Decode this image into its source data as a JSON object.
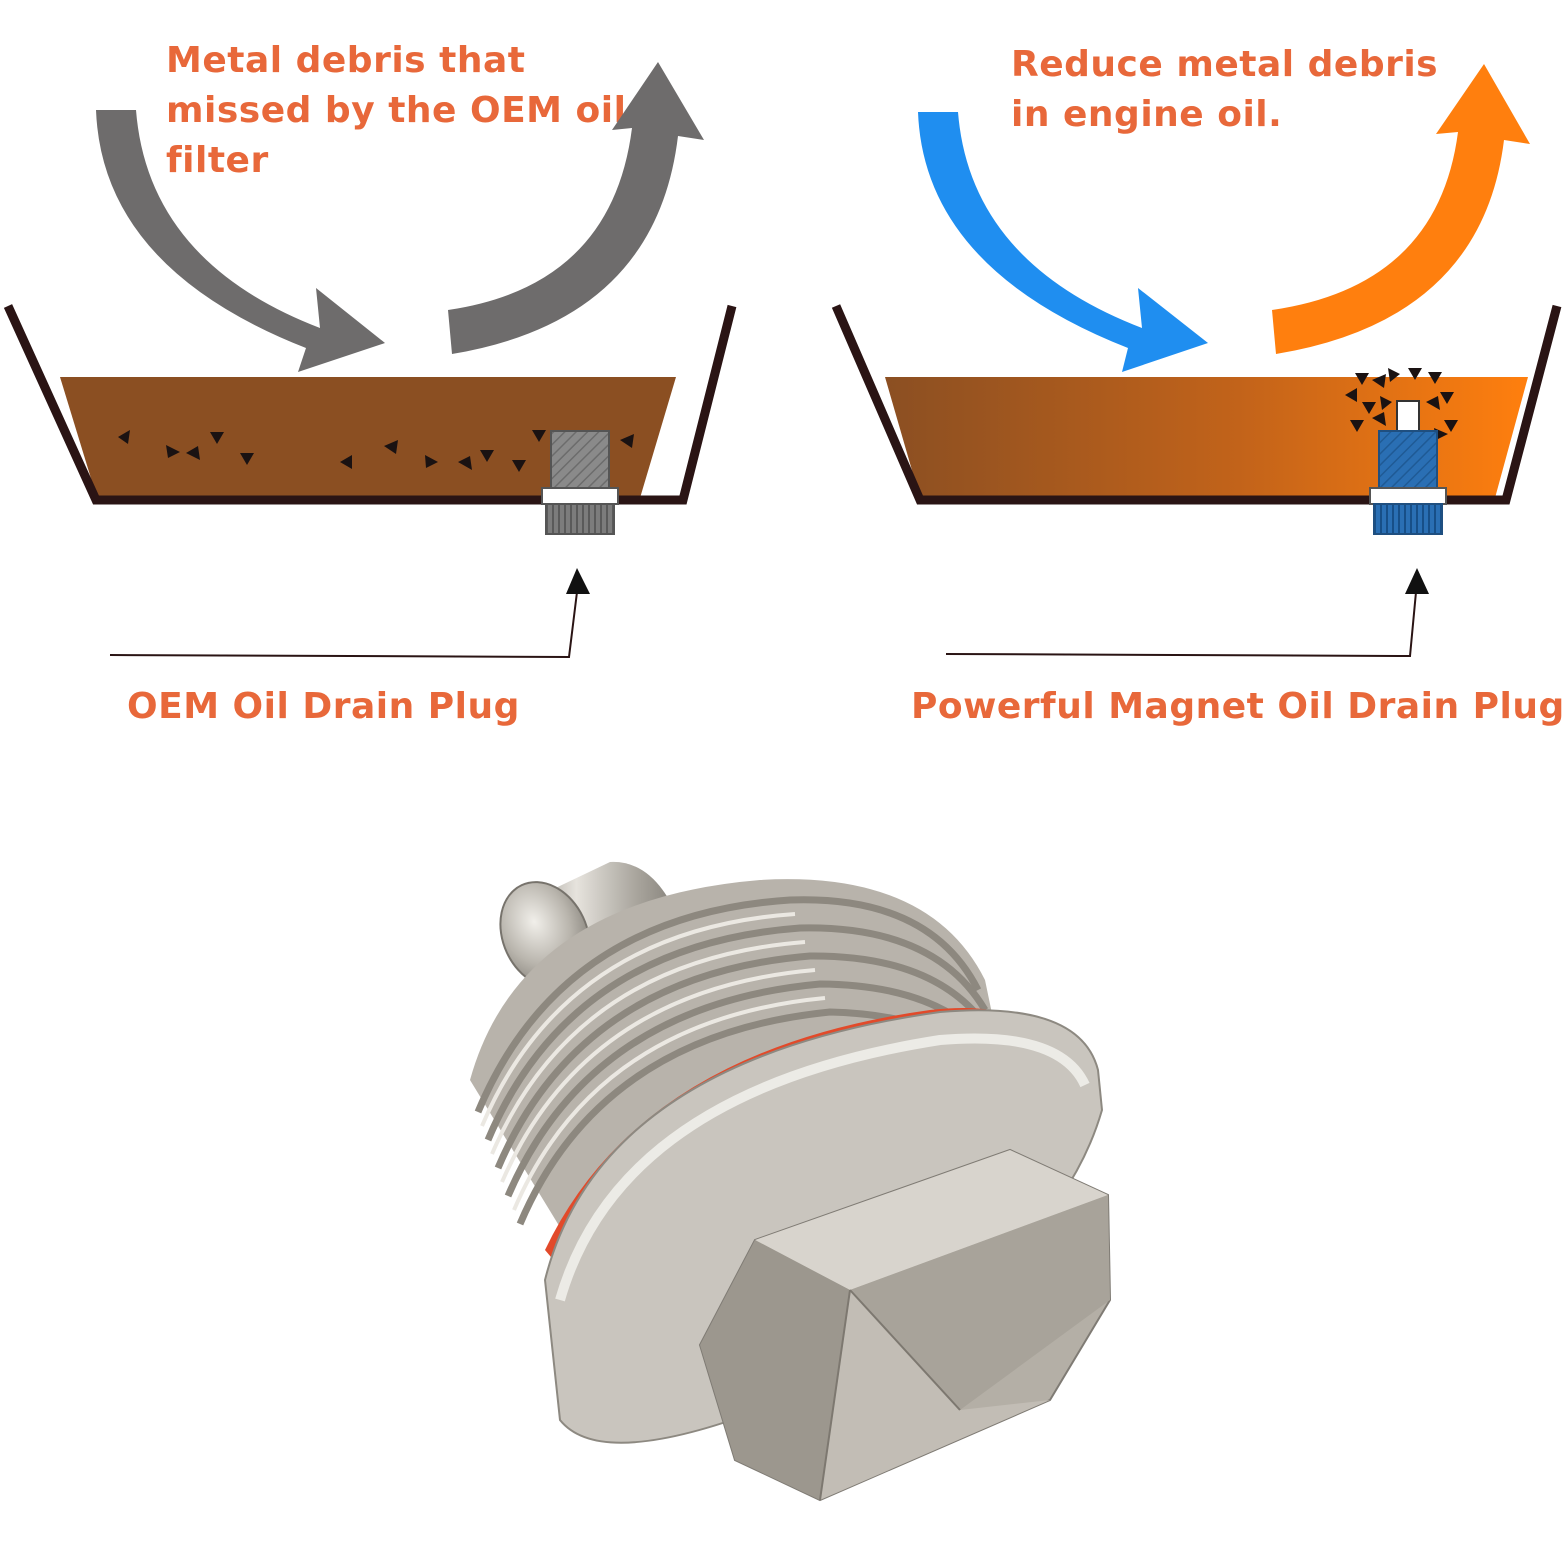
{
  "left_panel": {
    "top_caption": "Metal debris that missed by the OEM oil filter",
    "bottom_caption": "OEM Oil Drain Plug"
  },
  "right_panel": {
    "top_caption": "Reduce metal debris in engine oil.",
    "bottom_caption": "Powerful Magnet Oil Drain Plug"
  },
  "colors": {
    "caption": "#e8683a",
    "oil": "#8b4f22",
    "pan_outline": "#2a1414",
    "arrow_gray": "#6e6c6c",
    "arrow_blue": "#1f8ef0",
    "arrow_orange": "#ff7f0e",
    "plug_gray": "#8a8a8a",
    "plug_blue": "#2a6fb4",
    "gasket": "#e24a2a"
  }
}
